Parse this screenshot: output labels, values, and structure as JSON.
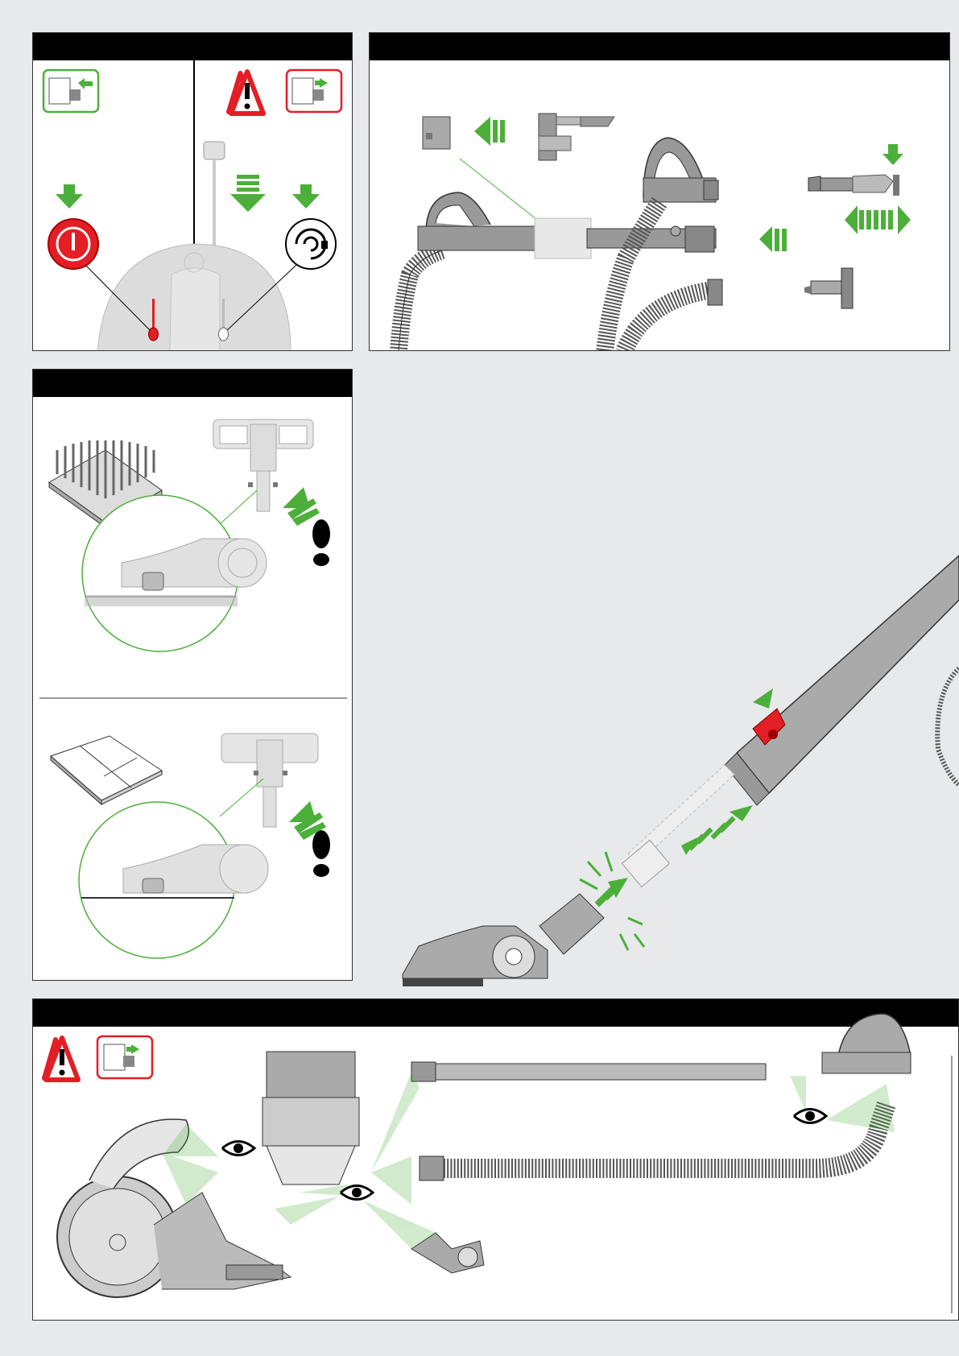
{
  "page": {
    "background": "#e8e9eb",
    "accent_green": "#4caf3a",
    "warning_red": "#e31e24"
  },
  "panels": [
    {
      "id": "power",
      "header_title": "",
      "icons": [
        "unplug-icon",
        "warning-icon",
        "power-button-icon",
        "cable-rewind-icon"
      ]
    },
    {
      "id": "tools",
      "header_title": "",
      "icons": [
        "tool-clip-icon",
        "wand-icon",
        "combination-tool-icon",
        "stair-tool-icon"
      ]
    },
    {
      "id": "floor-setting",
      "header_title": "",
      "icons": [
        "carpet-icon",
        "hard-floor-icon",
        "footstep-icon"
      ]
    },
    {
      "id": "maintenance",
      "header_title": "",
      "icons": [
        "warning-icon",
        "unplug-icon",
        "eye-icon"
      ]
    }
  ],
  "illustration": {
    "id": "wand-assembly",
    "icons": [
      "wand-icon",
      "release-button-icon",
      "cleaner-head-icon",
      "click-icon"
    ]
  }
}
